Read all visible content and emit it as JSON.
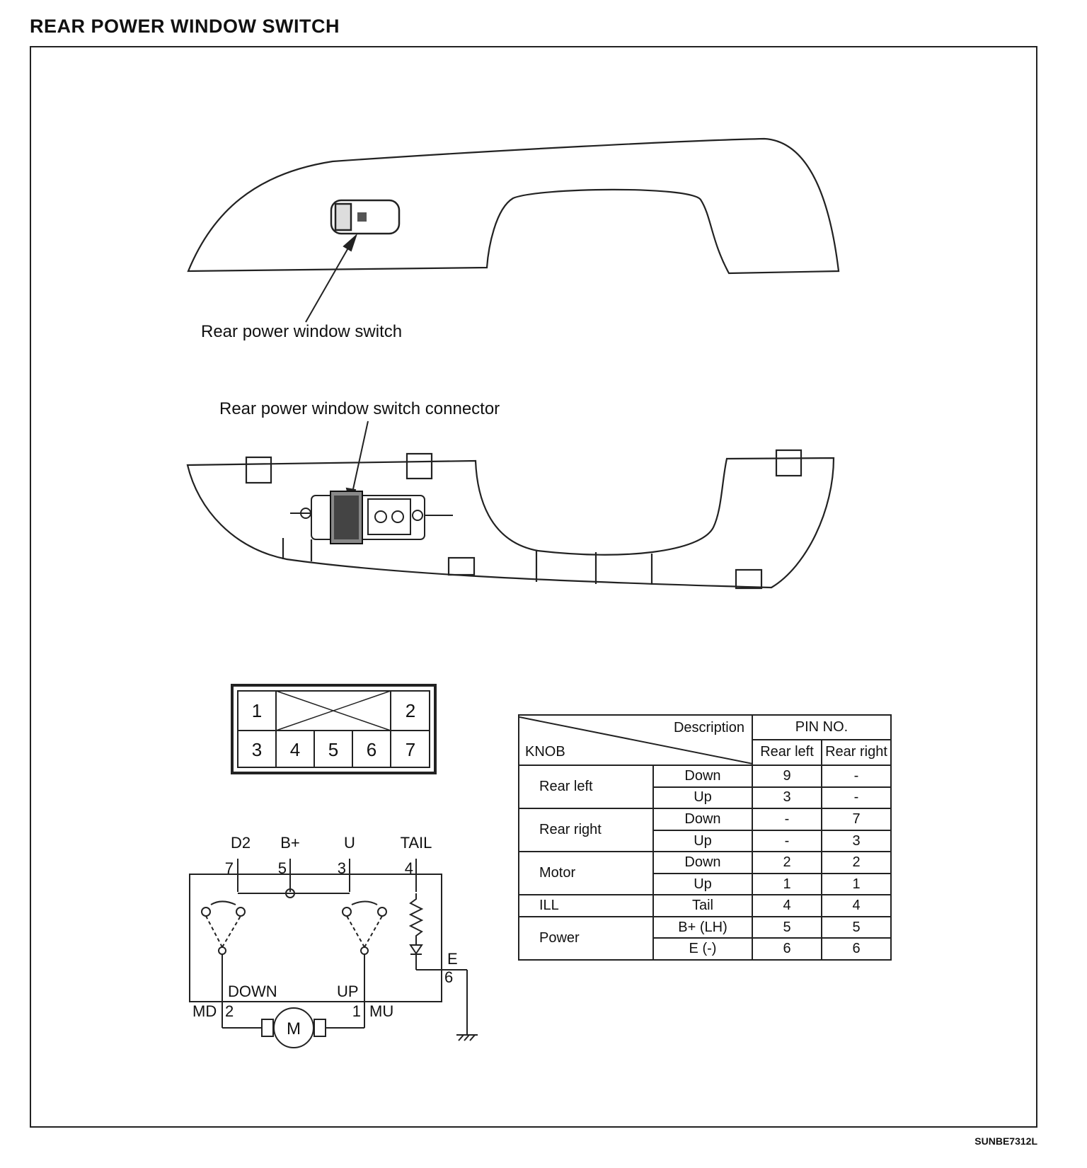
{
  "title": "REAR POWER WINDOW SWITCH",
  "image_code": "SUNBE7312L",
  "callouts": {
    "switch": "Rear power window switch",
    "connector": "Rear power window switch connector"
  },
  "connector_pins": {
    "top": [
      "1",
      "2"
    ],
    "bottom": [
      "3",
      "4",
      "5",
      "6",
      "7"
    ]
  },
  "circuit": {
    "terminals": {
      "d2": "D2",
      "bplus": "B+",
      "u": "U",
      "tail": "TAIL",
      "e": "E",
      "md": "MD",
      "mu": "MU",
      "down": "DOWN",
      "up": "UP",
      "motor": "M"
    },
    "pins": {
      "p7": "7",
      "p5": "5",
      "p3": "3",
      "p4": "4",
      "p6": "6",
      "p2": "2",
      "p1": "1"
    }
  },
  "table": {
    "header": {
      "description": "Description",
      "knob": "KNOB",
      "pin_no": "PIN NO.",
      "rear_left": "Rear left",
      "rear_right": "Rear right"
    },
    "groups": [
      {
        "knob": "Rear left",
        "rows": [
          {
            "desc": "Down",
            "left": "9",
            "right": "-"
          },
          {
            "desc": "Up",
            "left": "3",
            "right": "-"
          }
        ]
      },
      {
        "knob": "Rear right",
        "rows": [
          {
            "desc": "Down",
            "left": "-",
            "right": "7"
          },
          {
            "desc": "Up",
            "left": "-",
            "right": "3"
          }
        ]
      },
      {
        "knob": "Motor",
        "rows": [
          {
            "desc": "Down",
            "left": "2",
            "right": "2"
          },
          {
            "desc": "Up",
            "left": "1",
            "right": "1"
          }
        ]
      },
      {
        "knob": "ILL",
        "rows": [
          {
            "desc": "Tail",
            "left": "4",
            "right": "4"
          }
        ]
      },
      {
        "knob": "Power",
        "rows": [
          {
            "desc": "B+ (LH)",
            "left": "5",
            "right": "5"
          },
          {
            "desc": "E (-)",
            "left": "6",
            "right": "6"
          }
        ]
      }
    ]
  }
}
